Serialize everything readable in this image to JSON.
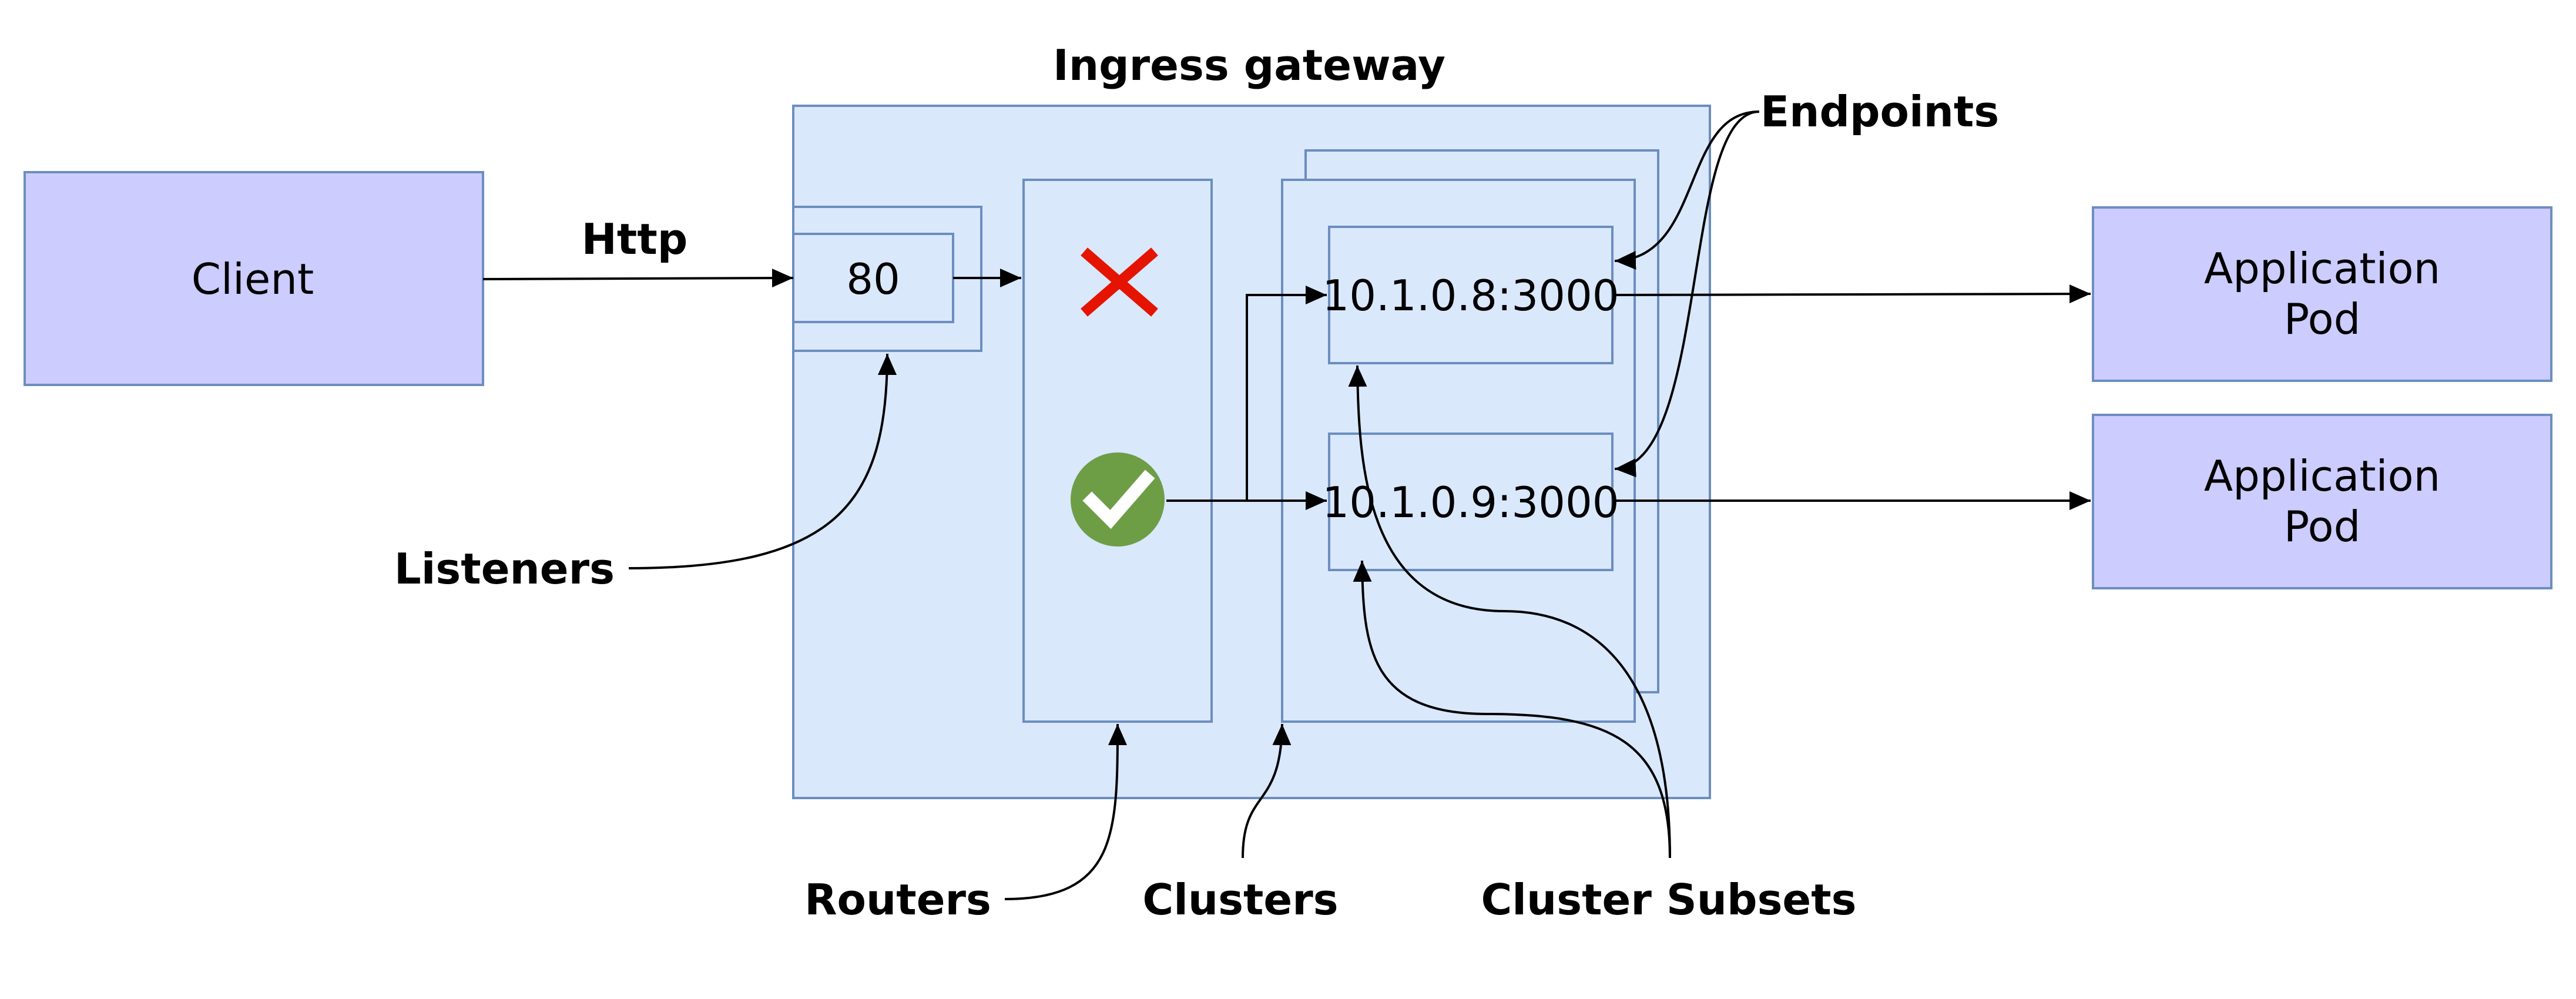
{
  "title": "Ingress gateway",
  "client": {
    "label": "Client"
  },
  "protocol": "Http",
  "listener": {
    "port": "80"
  },
  "endpoints": [
    {
      "address": "10.1.0.8:3000"
    },
    {
      "address": "10.1.0.9:3000"
    }
  ],
  "pods": [
    {
      "line1": "Application",
      "line2": "Pod"
    },
    {
      "line1": "Application",
      "line2": "Pod"
    }
  ],
  "annotations": {
    "endpoints": "Endpoints",
    "listeners": "Listeners",
    "routers": "Routers",
    "clusters": "Clusters",
    "cluster_subsets": "Cluster Subsets"
  },
  "icons": {
    "reject": "cross-icon",
    "accept": "check-circle-icon"
  },
  "colors": {
    "gateway_fill": "#dae8fc",
    "component_stroke": "#6c8ebf",
    "endpoint_box_fill": "#ccccff",
    "reject": "#e51400",
    "accept": "#6d9e46"
  }
}
